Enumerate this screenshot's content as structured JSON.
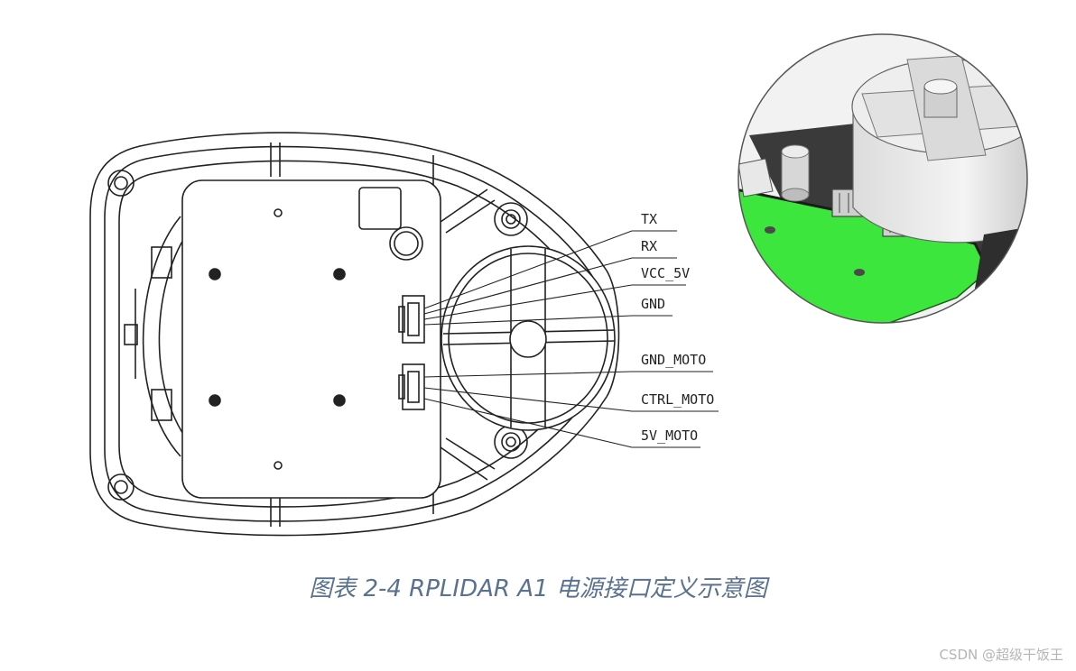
{
  "pins": [
    {
      "label": "TX"
    },
    {
      "label": "RX"
    },
    {
      "label": "VCC_5V"
    },
    {
      "label": "GND"
    },
    {
      "label": "GND_MOTO"
    },
    {
      "label": "CTRL_MOTO"
    },
    {
      "label": "5V_MOTO"
    }
  ],
  "caption": "图表 2-4 RPLIDAR A1 电源接口定义示意图",
  "watermark": "CSDN @超级干饭王",
  "colors": {
    "line": "#222222",
    "pcb_green": "#3de63d",
    "caption": "#5a7290",
    "watermark": "#b5b5b5"
  }
}
